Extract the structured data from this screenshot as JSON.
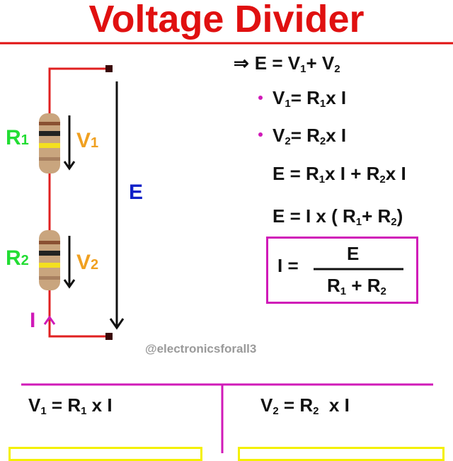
{
  "title": "Voltage Divider",
  "colors": {
    "title": "#e01010",
    "wire": "#e02020",
    "magenta": "#d01ab8",
    "green": "#22dd33",
    "orange": "#f0a020",
    "blue": "#1020c8",
    "yellow": "#f4f000"
  },
  "circuit": {
    "r1": {
      "main": "R",
      "sub": "1"
    },
    "r2": {
      "main": "R",
      "sub": "2"
    },
    "v1": {
      "main": "V",
      "sub": "1"
    },
    "v2": {
      "main": "V",
      "sub": "2"
    },
    "e": "E",
    "i": "I"
  },
  "equations": {
    "arrow": "⇒",
    "eq1": [
      "E = V",
      "1",
      "+ V",
      "2"
    ],
    "eq2": [
      "V",
      "1",
      "= R",
      "1",
      "x I"
    ],
    "eq3": [
      "V",
      "2",
      "= R",
      "2",
      "x I"
    ],
    "eq4": [
      "E = R",
      "1",
      "x I + R",
      "2",
      "x I"
    ],
    "eq5": [
      "E = I x ( R",
      "1",
      "+ R",
      "2",
      ")"
    ],
    "boxed": {
      "lhs": "I =",
      "numerator": "E",
      "denominator": [
        "R",
        "1",
        " + R",
        "2"
      ]
    }
  },
  "watermark": "@electronicsforall3",
  "bottom": {
    "left": [
      "V",
      "1",
      " = R",
      "1",
      " x I"
    ],
    "right": [
      "V",
      "2",
      " = R",
      "2",
      "  x I"
    ]
  }
}
